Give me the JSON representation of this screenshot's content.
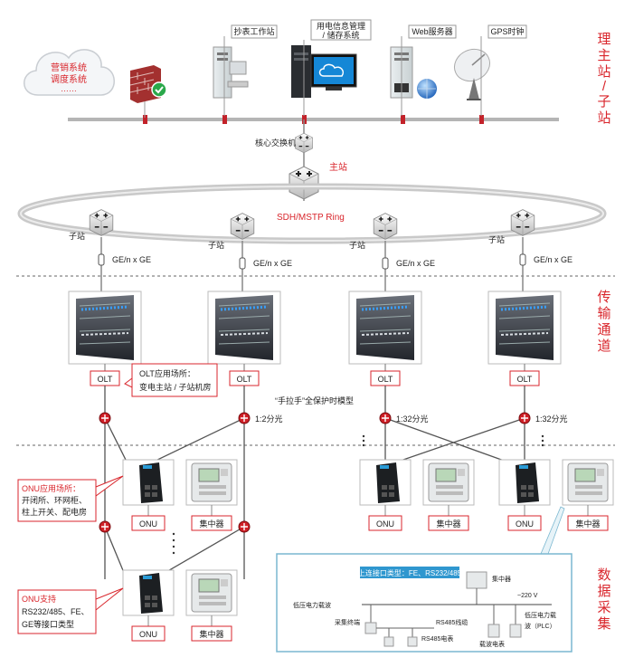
{
  "side_labels": {
    "top": [
      "理",
      "主",
      "站",
      "/",
      "子",
      "站"
    ],
    "middle": [
      "传",
      "输",
      "通",
      "道"
    ],
    "bottom": [
      "数",
      "据",
      "采",
      "集"
    ]
  },
  "cloud": {
    "line1": "营销系统",
    "line2": "调度系统",
    "line3": "……"
  },
  "servers": {
    "meter_reading": "抄表工作站",
    "info_mgmt_1": "用电信息管理",
    "info_mgmt_2": "/ 储存系统",
    "web": "Web服务器",
    "gps": "GPS时钟"
  },
  "core_switch": "核心交换机",
  "main_station": "主站",
  "ring": "SDH/MSTP Ring",
  "substation": "子站",
  "link": "GE/n x GE",
  "olt": "OLT",
  "olt_note": {
    "line1": "OLT应用场所：",
    "line2": "变电主站 / 子站机房"
  },
  "protection_model": "“手拉手”全保护时模型",
  "splitter_1_2": "1:2分光",
  "splitter_1_32": "1:32分光",
  "onu": "ONU",
  "concentrator": "集中器",
  "onu_note": {
    "line1": "ONU应用场所：",
    "line2": "开闭所、环网柜、",
    "line3": "柱上开关、配电房"
  },
  "onu_support": {
    "line1": "ONU支持",
    "line2": "RS232/485、FE、",
    "line3": "GE等接口类型"
  },
  "inset": {
    "banner": "上连接口类型：FE、RS232/485",
    "concentrator": "集中器",
    "voltage": "~220 V",
    "lv_carrier": "低压电力载波",
    "collector": "采集终端",
    "rs485_line": "RS485线缆",
    "rs485_meter": "RS485电表",
    "carrier_meter": "载波电表",
    "plc1": "低压电力载",
    "plc2": "波（PLC）"
  }
}
